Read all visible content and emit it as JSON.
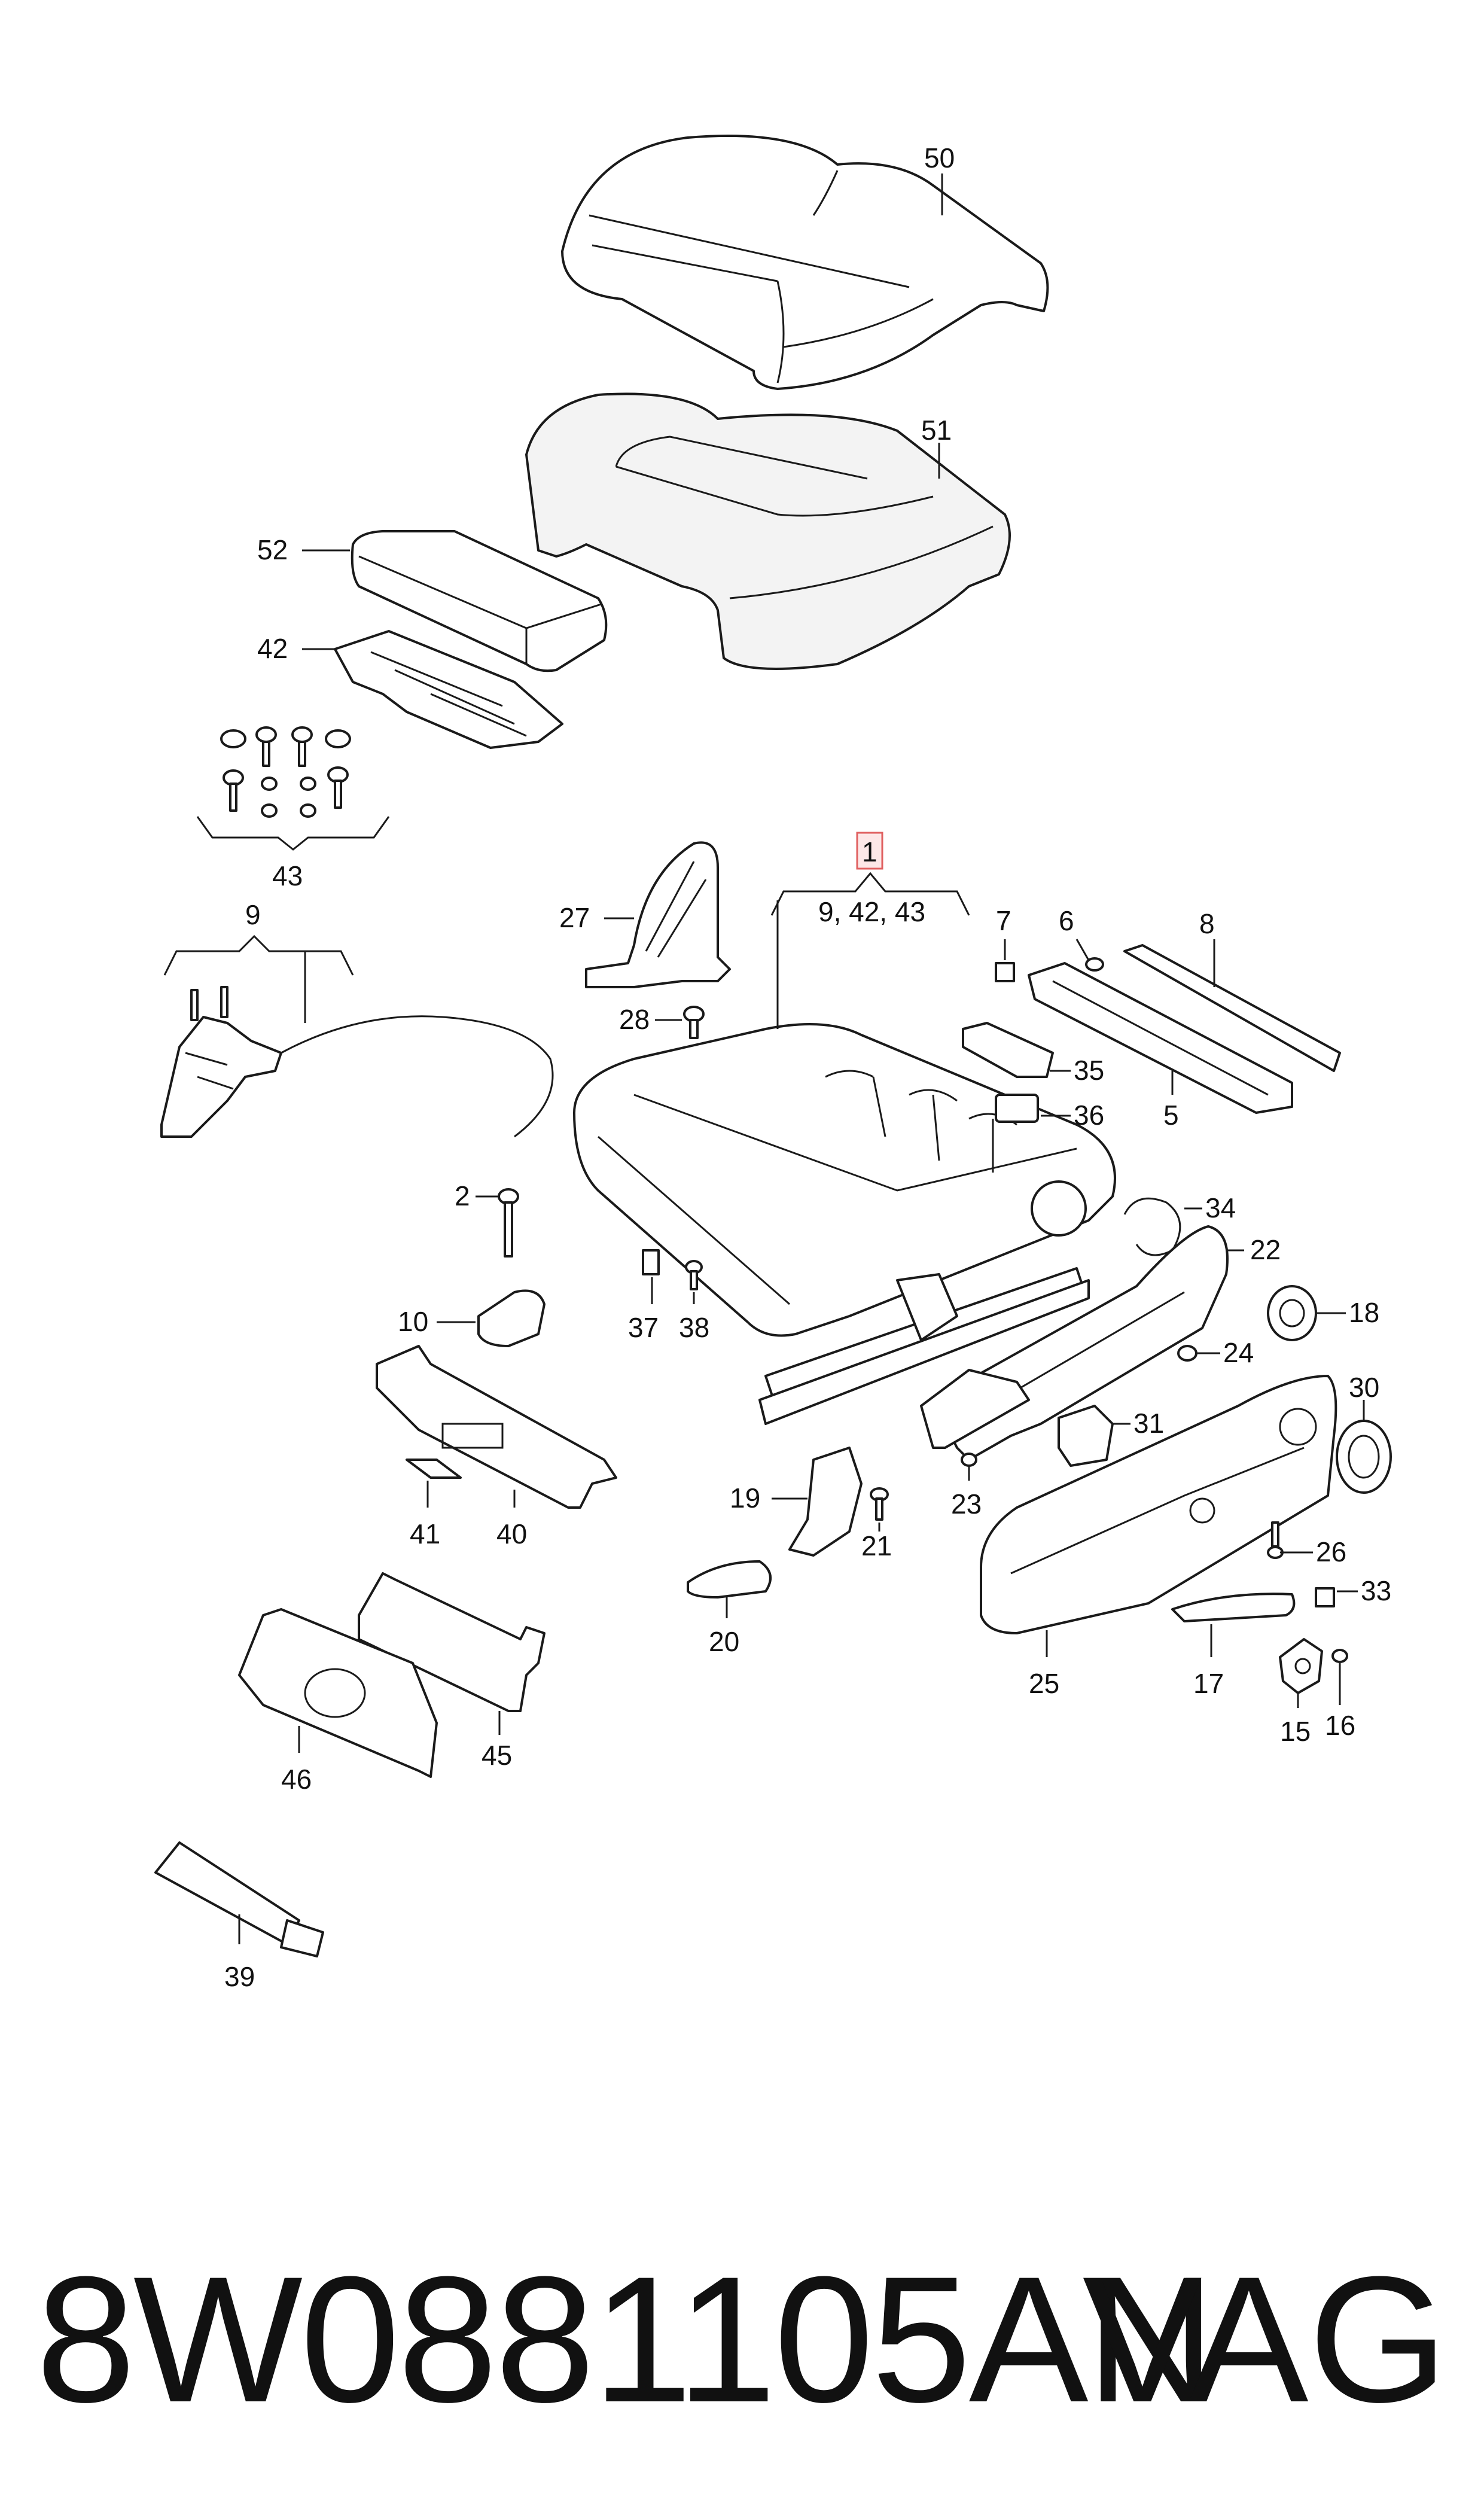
{
  "diagram": {
    "labels": {
      "p50": "50",
      "p51": "51",
      "p52": "52",
      "p42": "42",
      "p43": "43",
      "p1": "1",
      "p1_sub": "9, 42, 43",
      "p27": "27",
      "p28": "28",
      "p9": "9",
      "p7": "7",
      "p6": "6",
      "p8": "8",
      "p5": "5",
      "p35": "35",
      "p36": "36",
      "p34": "34",
      "p22": "22",
      "p18": "18",
      "p24": "24",
      "p2": "2",
      "p10": "10",
      "p37": "37",
      "p38": "38",
      "p30": "30",
      "p31": "31",
      "p23": "23",
      "p26": "26",
      "p33": "33",
      "p19": "19",
      "p21": "21",
      "p20": "20",
      "p41": "41",
      "p40": "40",
      "p25": "25",
      "p17": "17",
      "p15": "15",
      "p16": "16",
      "p46": "46",
      "p45": "45",
      "p39": "39"
    },
    "colors": {
      "highlight": "#e06060",
      "line": "#1a1a1a"
    }
  },
  "footer": {
    "part_number": "8W0881105AN",
    "brand": "VAG"
  }
}
